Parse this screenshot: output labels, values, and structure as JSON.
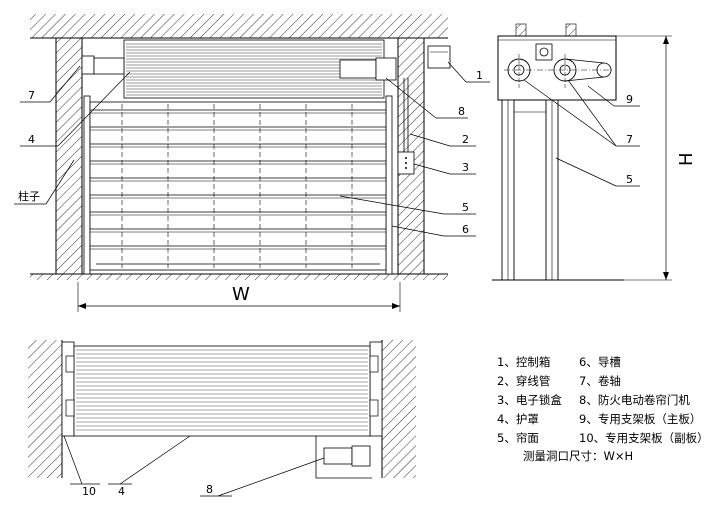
{
  "diagram": {
    "front_view_labels": {
      "l1": "1",
      "l2": "2",
      "l3": "3",
      "l4": "4",
      "l5": "5",
      "l6": "6",
      "l7": "7",
      "l8": "8",
      "column": "柱子",
      "width": "W"
    },
    "side_view_labels": {
      "l9": "9",
      "l7": "7",
      "l5": "5",
      "height": "H"
    },
    "plan_view_labels": {
      "l10": "10",
      "l4": "4",
      "l8": "8"
    },
    "legend": {
      "items": [
        {
          "left": "1、控制箱",
          "right": "6、导槽"
        },
        {
          "left": "2、穿线管",
          "right": "7、卷轴"
        },
        {
          "left": "3、电子锁盒",
          "right": "8、防火电动卷帘门机"
        },
        {
          "left": "4、护罩",
          "right": "9、专用支架板（主板）"
        },
        {
          "left": "5、帘面",
          "right": "10、专用支架板（副板）"
        }
      ],
      "footer": "测量洞口尺寸：W×H"
    }
  }
}
